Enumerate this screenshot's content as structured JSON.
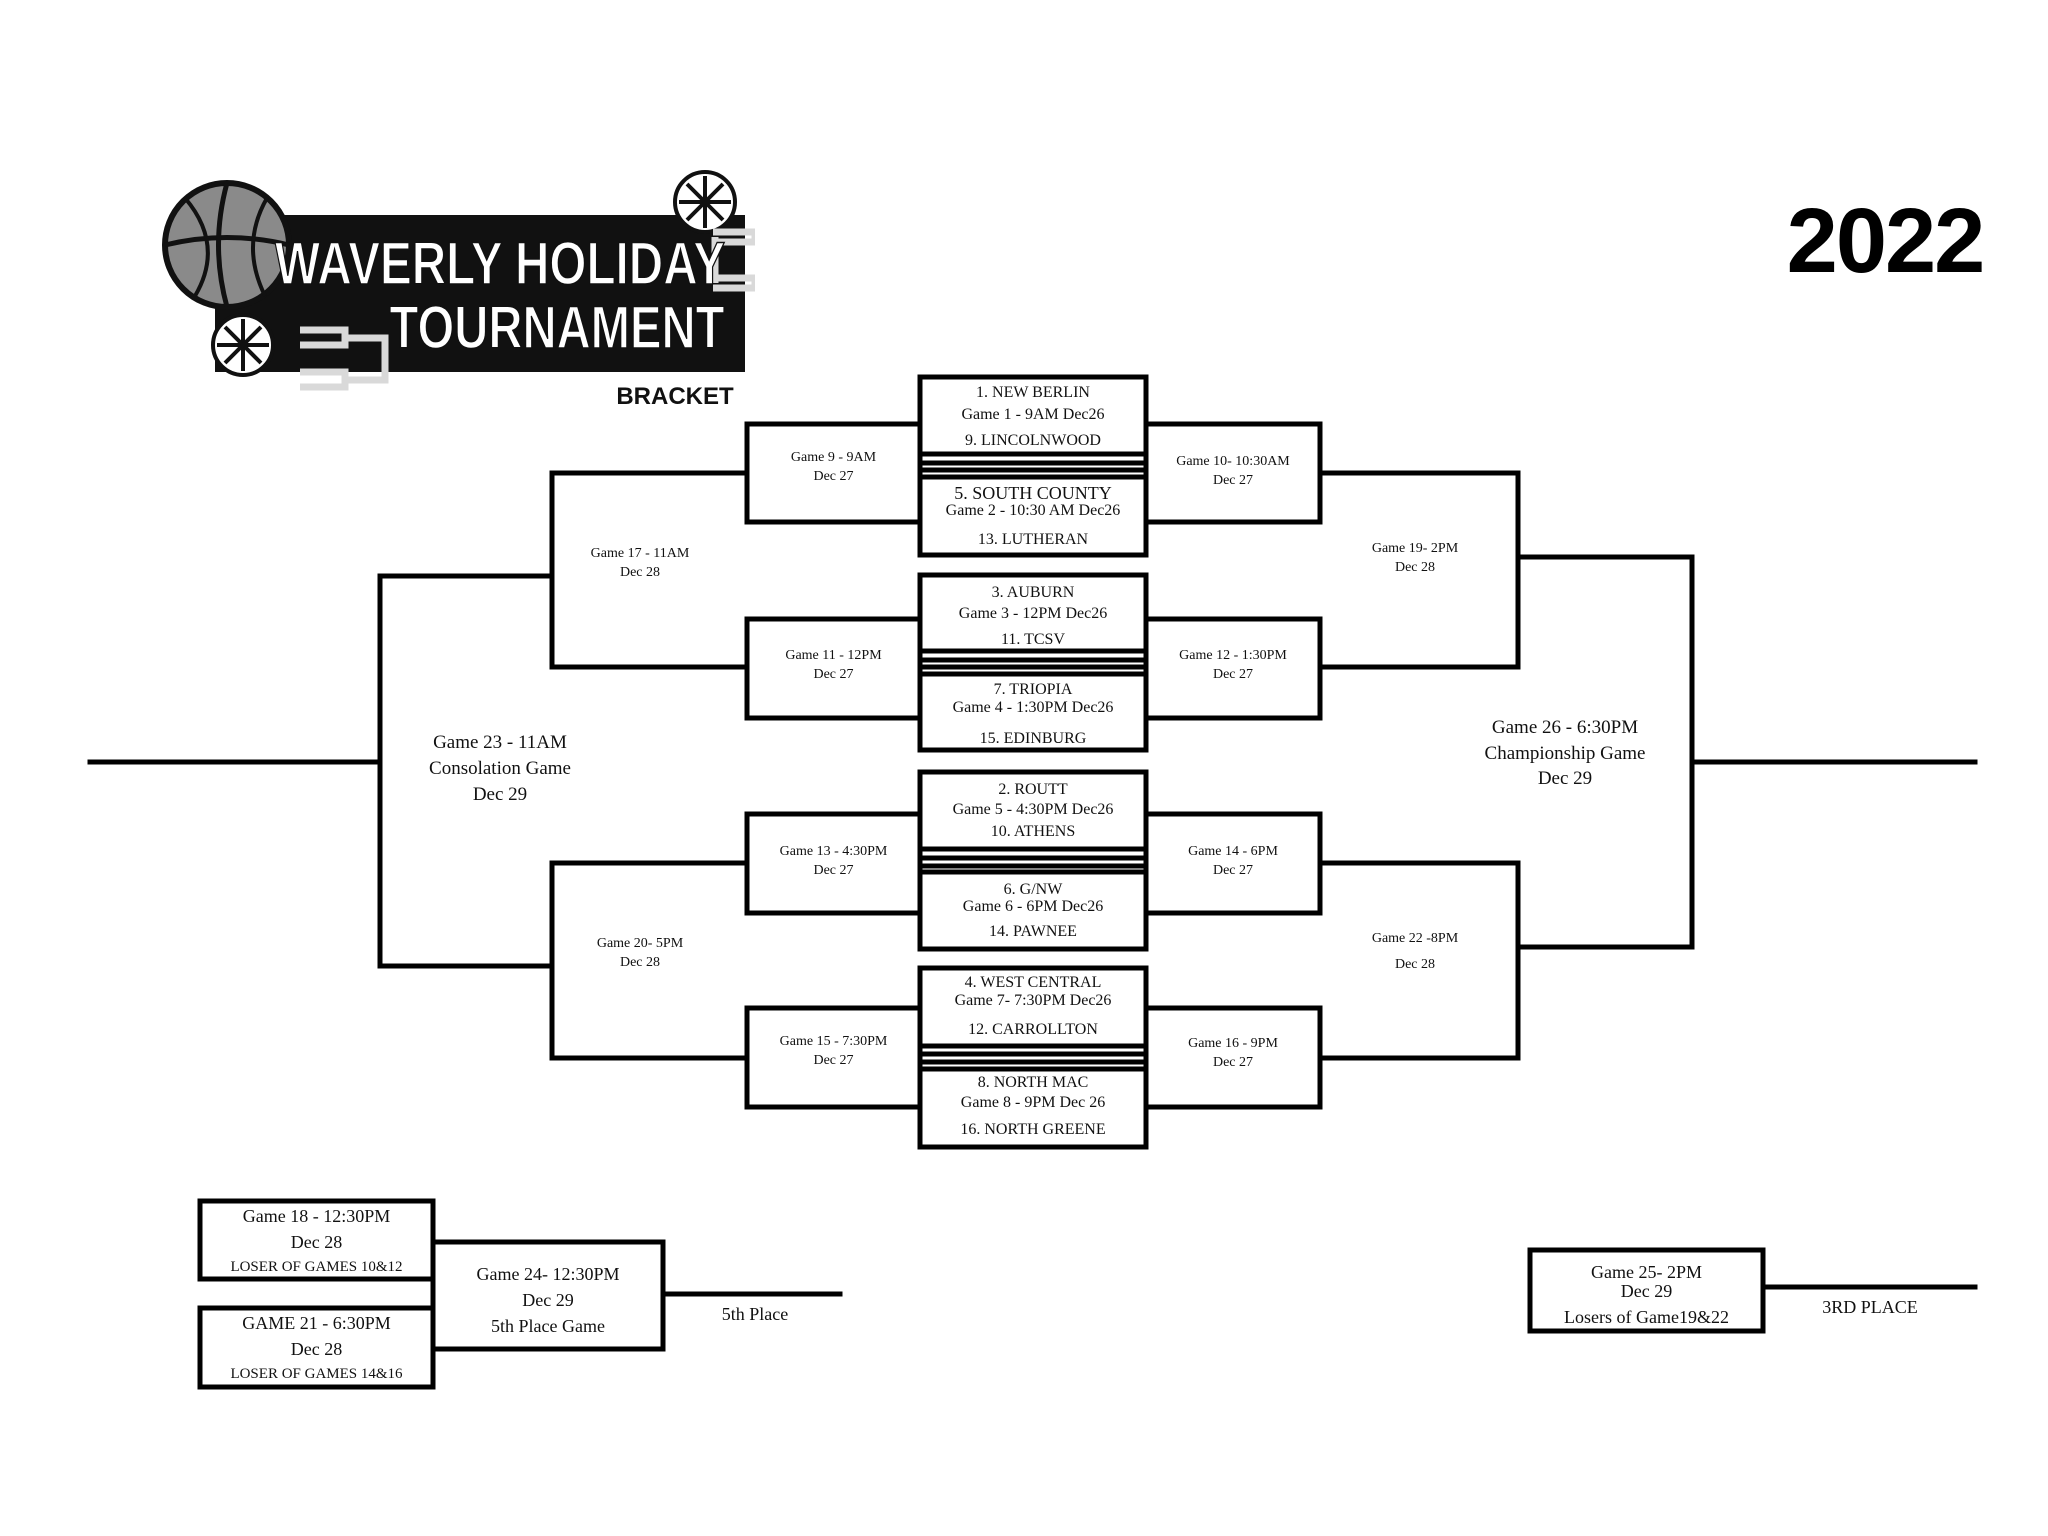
{
  "logo": {
    "line1": "WAVERLY HOLIDAY",
    "line2": "TOURNAMENT",
    "line3": "BRACKET",
    "icons": [
      "basketball-icon",
      "snowflake-icon",
      "bracket-icon"
    ]
  },
  "year": "2022",
  "first_round": [
    {
      "top": "1. NEW BERLIN",
      "game": "Game 1 - 9AM Dec26",
      "bottom": "9. LINCOLNWOOD"
    },
    {
      "top": "5. SOUTH COUNTY",
      "game": "Game 2 - 10:30 AM Dec26",
      "bottom": "13. LUTHERAN"
    },
    {
      "top": "3. AUBURN",
      "game": "Game 3 - 12PM Dec26",
      "bottom": "11. TCSV"
    },
    {
      "top": "7. TRIOPIA",
      "game": "Game 4 - 1:30PM Dec26",
      "bottom": "15. EDINBURG"
    },
    {
      "top": "2. ROUTT",
      "game": "Game 5 - 4:30PM Dec26",
      "bottom": "10. ATHENS"
    },
    {
      "top": "6. G/NW",
      "game": "Game 6 - 6PM Dec26",
      "bottom": "14. PAWNEE"
    },
    {
      "top": "4. WEST CENTRAL",
      "game": "Game 7- 7:30PM Dec26",
      "bottom": "12. CARROLLTON"
    },
    {
      "top": "8. NORTH MAC",
      "game": "Game 8 - 9PM Dec 26",
      "bottom": "16. NORTH GREENE"
    }
  ],
  "consolation_quarter": [
    {
      "line1": "Game 9 - 9AM",
      "line2": "Dec 27"
    },
    {
      "line1": "Game 11 - 12PM",
      "line2": "Dec 27"
    },
    {
      "line1": "Game 13 - 4:30PM",
      "line2": "Dec 27"
    },
    {
      "line1": "Game 15 - 7:30PM",
      "line2": "Dec 27"
    }
  ],
  "championship_quarter": [
    {
      "line1": "Game 10- 10:30AM",
      "line2": "Dec 27"
    },
    {
      "line1": "Game 12 - 1:30PM",
      "line2": "Dec 27"
    },
    {
      "line1": "Game 14 - 6PM",
      "line2": "Dec 27"
    },
    {
      "line1": "Game 16 - 9PM",
      "line2": "Dec 27"
    }
  ],
  "consolation_semis": [
    {
      "line1": "Game 17 - 11AM",
      "line2": "Dec 28"
    },
    {
      "line1": "Game 20- 5PM",
      "line2": "Dec 28"
    }
  ],
  "championship_semis": [
    {
      "line1": "Game 19- 2PM",
      "line2": "Dec 28"
    },
    {
      "line1": "Game 22 -8PM",
      "line2": "Dec 28"
    }
  ],
  "consolation_final": {
    "line1": "Game 23 - 11AM",
    "line2": "Consolation Game",
    "line3": "Dec 29"
  },
  "championship_final": {
    "line1": "Game 26 - 6:30PM",
    "line2": "Championship Game",
    "line3": "Dec 29"
  },
  "fifth_place": {
    "game18": {
      "line1": "Game 18 - 12:30PM",
      "line2": "Dec 28",
      "line3": "LOSER OF GAMES 10&12"
    },
    "game21": {
      "line1": "GAME 21 - 6:30PM",
      "line2": "Dec 28",
      "line3": "LOSER OF GAMES 14&16"
    },
    "game24": {
      "line1": "Game 24- 12:30PM",
      "line2": "Dec 29",
      "line3": "5th Place Game"
    },
    "result": "5th Place"
  },
  "third_place": {
    "game25": {
      "line1": "Game 25- 2PM",
      "line2": "Dec 29",
      "line3": "Losers of Game19&22"
    },
    "result": "3RD PLACE"
  },
  "colors": {
    "ink": "#000000",
    "paper": "#ffffff",
    "logo_gray": "#8a8a8a",
    "logo_silver": "#d9d9d9"
  }
}
